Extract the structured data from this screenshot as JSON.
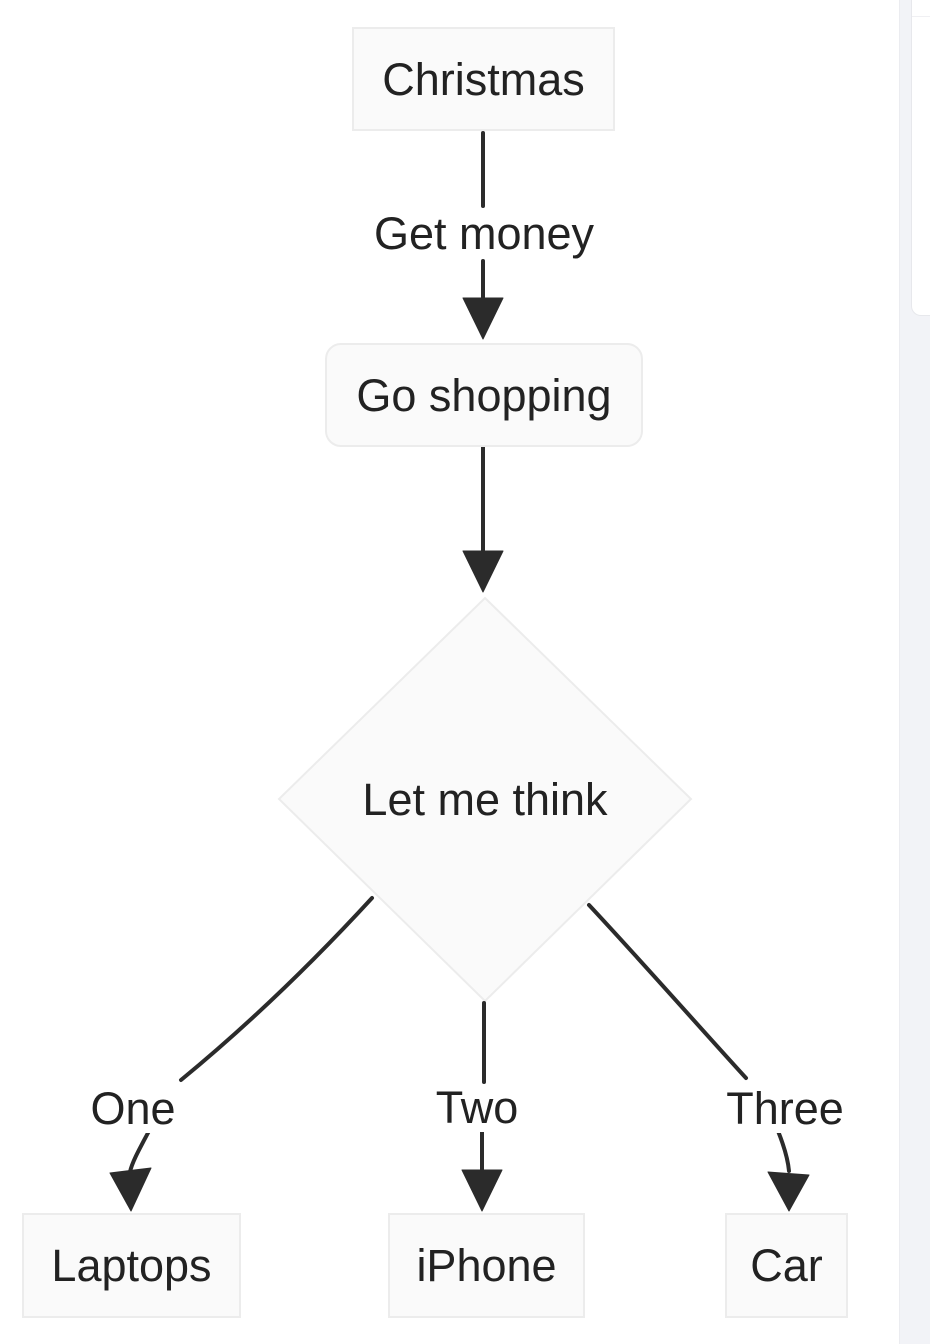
{
  "diagram": {
    "type": "flowchart",
    "direction": "top-down",
    "nodes": [
      {
        "id": "christmas",
        "label": "Christmas",
        "shape": "rectangle"
      },
      {
        "id": "go-shopping",
        "label": "Go shopping",
        "shape": "rounded-rectangle"
      },
      {
        "id": "let-me-think",
        "label": "Let me think",
        "shape": "diamond"
      },
      {
        "id": "laptops",
        "label": "Laptops",
        "shape": "rectangle"
      },
      {
        "id": "iphone",
        "label": "iPhone",
        "shape": "rectangle"
      },
      {
        "id": "car",
        "label": "Car",
        "shape": "rectangle"
      }
    ],
    "edges": [
      {
        "from": "Christmas",
        "to": "Go shopping",
        "label": "Get money"
      },
      {
        "from": "Go shopping",
        "to": "Let me think",
        "label": ""
      },
      {
        "from": "Let me think",
        "to": "Laptops",
        "label": "One"
      },
      {
        "from": "Let me think",
        "to": "iPhone",
        "label": "Two"
      },
      {
        "from": "Let me think",
        "to": "Car",
        "label": "Three"
      }
    ],
    "colors": {
      "node_fill": "#fafafa",
      "node_border": "#ececec",
      "edge_stroke": "#2b2b2b",
      "text": "#222222"
    }
  },
  "side_panel": {
    "rail_background": "#f2f3f7",
    "card_background": "#ffffff",
    "card_border": "#e7e8ec"
  }
}
